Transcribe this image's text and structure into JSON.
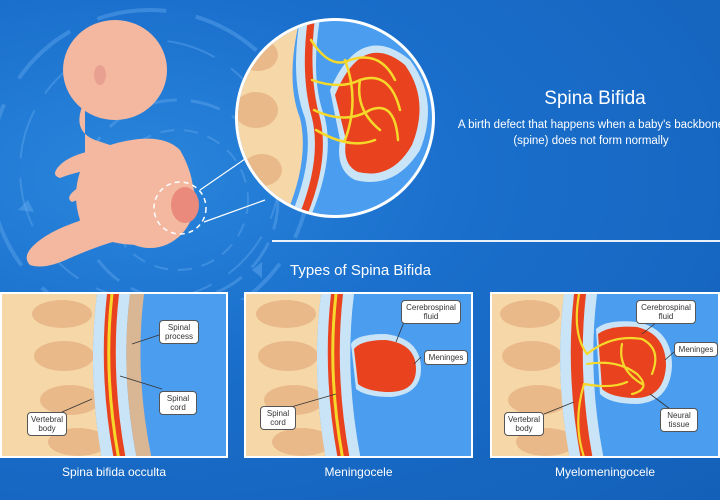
{
  "title": "Spina Bifida",
  "subtitle": "A birth defect that happens when a baby's backbone (spine) does not form normally",
  "section_heading": "Types of Spina Bifida",
  "panels": [
    {
      "caption": "Spina bifida occulta",
      "labels": [
        "Spinal process",
        "Spinal cord",
        "Vertebral body"
      ]
    },
    {
      "caption": "Meningocele",
      "labels": [
        "Cerebrospinal fluid",
        "Meninges",
        "Spinal cord"
      ]
    },
    {
      "caption": "Myelomeningocele",
      "labels": [
        "Cerebrospinal fluid",
        "Meninges",
        "Vertebral body",
        "Neural tissue"
      ]
    }
  ],
  "colors": {
    "background": "#1a6fcc",
    "panel": "#4b9df0",
    "skin": "#f4b8a0",
    "bone": "#f6d7a7",
    "cord_red": "#e8431e",
    "nerve_yellow": "#f6d82a",
    "membrane": "#c9e4f7"
  }
}
